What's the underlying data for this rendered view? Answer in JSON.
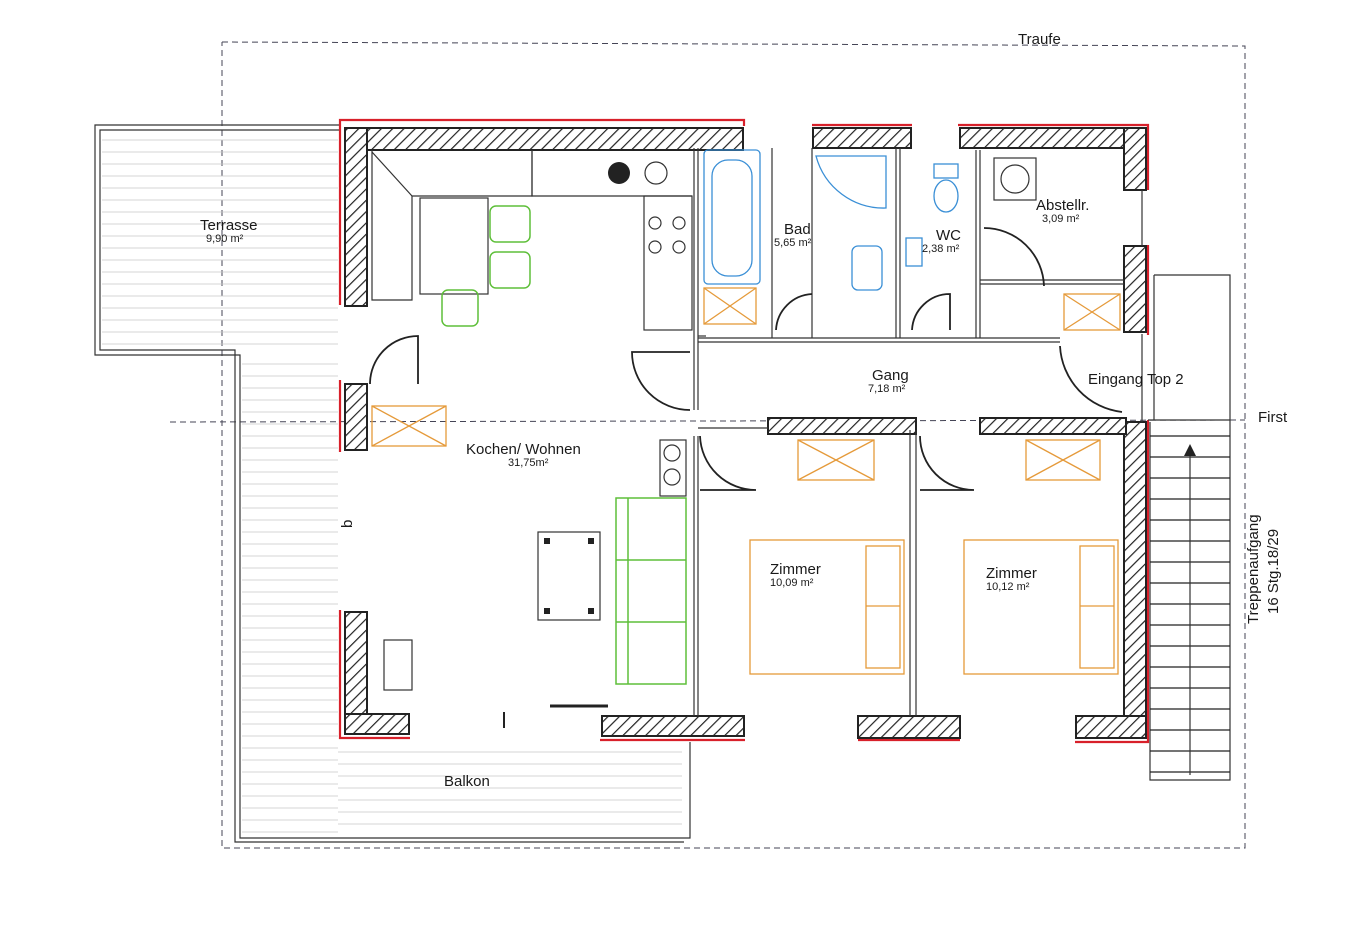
{
  "labels": {
    "traufe": "Traufe",
    "first": "First",
    "terrasse": "Terrasse",
    "terrasse_area": "9,90 m²",
    "kochen": "Kochen/ Wohnen",
    "kochen_area": "31,75m²",
    "bad": "Bad",
    "bad_area": "5,65 m²",
    "wc": "WC",
    "wc_area": "2,38 m²",
    "abstell": "Abstellr.",
    "abstell_area": "3,09 m²",
    "gang": "Gang",
    "gang_area": "7,18 m²",
    "eingang": "Eingang Top 2",
    "zimmer1": "Zimmer",
    "zimmer1_area": "10,09 m²",
    "zimmer2": "Zimmer",
    "zimmer2_area": "10,12 m²",
    "balkon": "Balkon",
    "treppe1": "Treppenaufgang",
    "treppe2": "16 Stg.18/29",
    "b": "b"
  },
  "colors": {
    "wall_outline": "#d8202a",
    "sanitary": "#3a8fd6",
    "furniture": "#5fbf3a",
    "skylight_bed": "#e59a3a"
  }
}
